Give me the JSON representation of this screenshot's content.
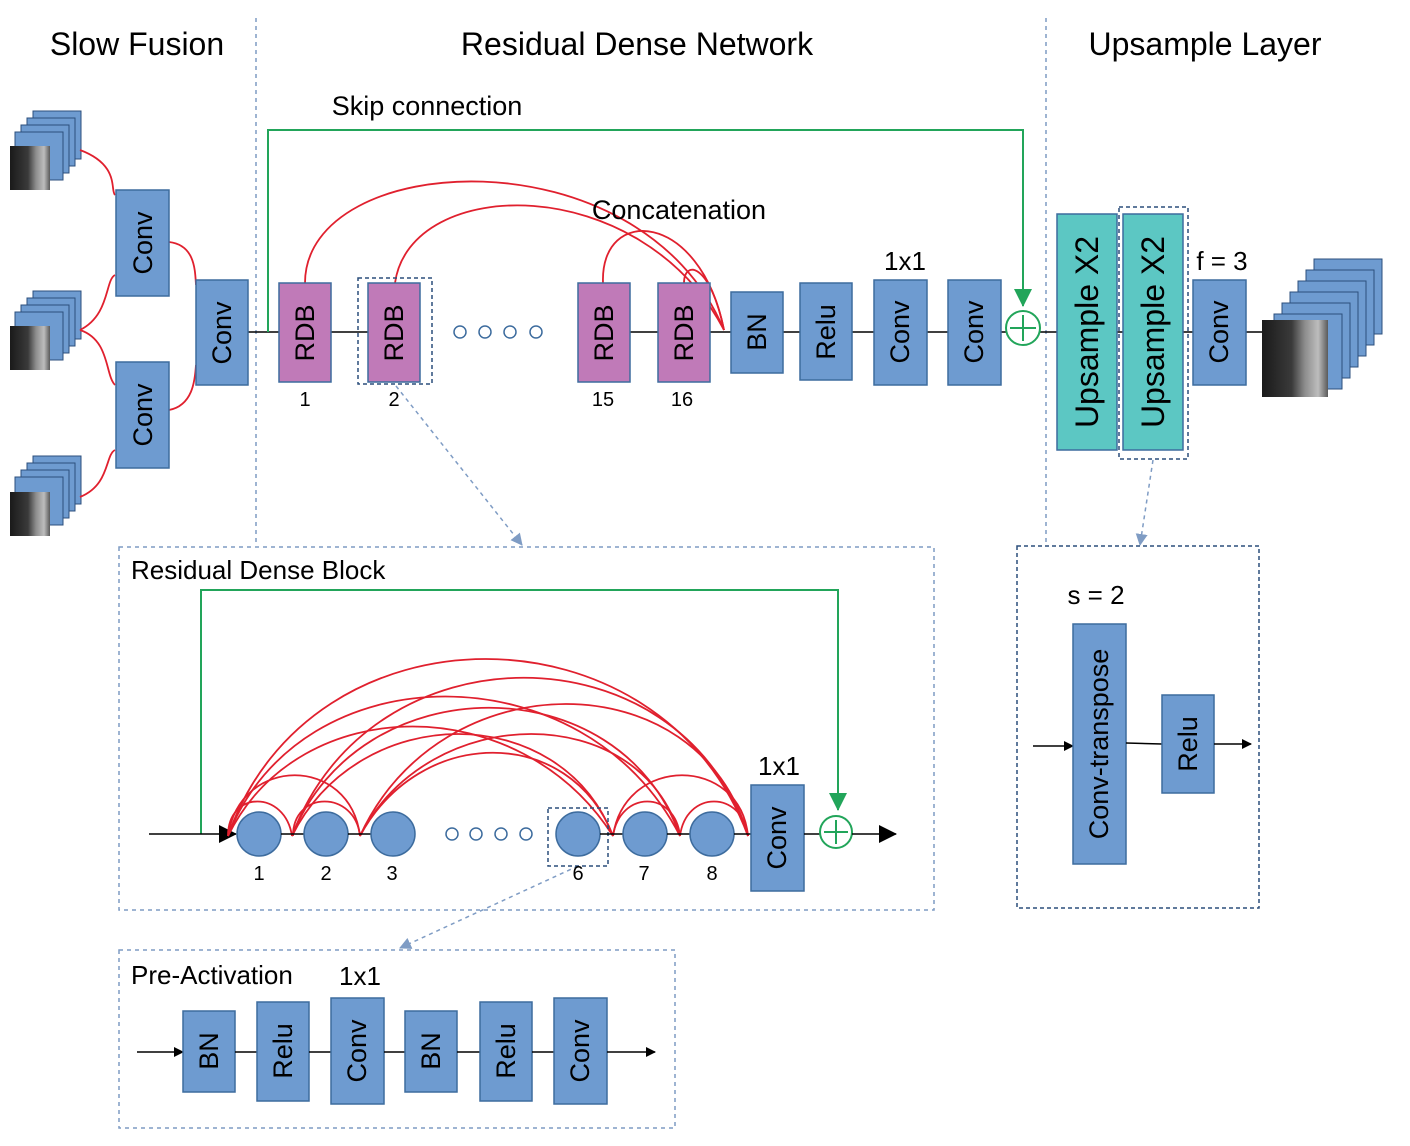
{
  "sections": {
    "slow_fusion": "Slow Fusion",
    "rdn": "Residual Dense Network",
    "upsample_layer": "Upsample Layer"
  },
  "labels": {
    "skip_connection": "Skip connection",
    "concatenation": "Concatenation",
    "one_by_one": "1x1",
    "f3": "f = 3",
    "s2": "s = 2"
  },
  "blocks": {
    "conv": "Conv",
    "rdb": "RDB",
    "bn": "BN",
    "relu": "Relu",
    "upsample": "Upsample X2",
    "conv_transpose": "Conv-transpose"
  },
  "rdb_numbers": [
    "1",
    "2",
    "15",
    "16"
  ],
  "panels": {
    "rdb_panel_title": "Residual Dense Block",
    "preact_title": "Pre-Activation",
    "node_numbers": [
      "1",
      "2",
      "3",
      "6",
      "7",
      "8"
    ]
  },
  "colors": {
    "conv_block": "#6e9bd0",
    "rdb_block": "#c07ab8",
    "upsample_block": "#5cc7c3",
    "concat_lines": "#e0202e",
    "skip_lines": "#22a55a"
  }
}
